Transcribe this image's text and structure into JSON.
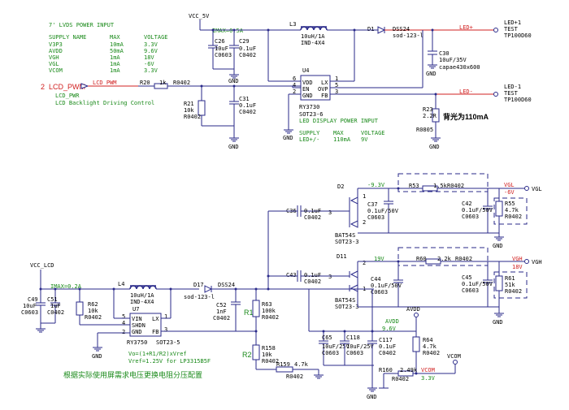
{
  "power_table": {
    "title": "7' LVDS POWER INPUT",
    "headers": [
      "SUPPLY NAME",
      "MAX",
      "VOLTAGE"
    ],
    "rows": [
      [
        "V3P3",
        "10mA",
        "3.3V"
      ],
      [
        "AVDD",
        "50mA",
        "9.6V"
      ],
      [
        "VGH",
        "1mA",
        "18V"
      ],
      [
        "VGL",
        "1mA",
        "-6V"
      ],
      [
        "VCOM",
        "1mA",
        "3.3V"
      ]
    ]
  },
  "led_table": {
    "title": "LED DISPLAY POWER INPUT",
    "headers": [
      "SUPPLY",
      "MAX",
      "VOLTAGE"
    ],
    "row": [
      "LED+/-",
      "110mA",
      "9V"
    ]
  },
  "backlight_note": "背光为110mA",
  "bottom_note": "根据实际使用屏需求电压更换电阻分压配置",
  "formula": [
    "Vo=(1+R1/R2)xVref",
    "Vref=1.25V for LP3315B5F"
  ],
  "nets": {
    "vcc5v": "VCC_5V",
    "vcclcd": "VCC_LCD",
    "imax_top": "IMAX=0.5A",
    "imax_bottom": "IMAX=0.2A",
    "led_plus": "LED+",
    "led_minus": "LED-",
    "lcd_pwm": "LCD_PWM",
    "avdd": "AVDD",
    "avdd_v": "9.6V",
    "vcom": "VCOM",
    "vcom_v": "3.3V",
    "vgl": "VGL",
    "vgl_v": "-6V",
    "vgh": "VGH",
    "vgh_v": "18V",
    "v_neg93": "-9.3V",
    "v19": "19V"
  },
  "ports": {
    "lcd_pwm_num": "2",
    "lcd_pwm_name": "LCD_PWM",
    "lcd_pwr": "LCD_PWR",
    "lcd_desc": "LCD Backlight Driving Control",
    "ledp1": "LED+1",
    "ledp1_test": "TEST",
    "ledp1_tp": "TP100D60",
    "ledm1": "LED-1",
    "ledm1_test": "TEST",
    "ledm1_tp": "TP100D60",
    "vgl_port": "VGL",
    "vgh_port": "VGH"
  },
  "components": {
    "c26": [
      "C26",
      "10uF",
      "C0603"
    ],
    "c29": [
      "C29",
      "0.1uF",
      "C0402"
    ],
    "l3": [
      "L3",
      "10uH/1A",
      "IND-4X4"
    ],
    "d1": [
      "D1",
      "DSS24",
      "sod-123-l"
    ],
    "c30": [
      "C30",
      "10uF/35V",
      "capae430x600"
    ],
    "u4": [
      "U4",
      "RY3730",
      "SOT23-6"
    ],
    "u4_pins": [
      "VDD",
      "EN",
      "GND",
      "LX",
      "OVP",
      "FB"
    ],
    "u4_nums": [
      "6",
      "4",
      "2",
      "1",
      "5",
      "3"
    ],
    "r20": [
      "R20",
      "1k",
      "R0402"
    ],
    "r21": [
      "R21",
      "10k",
      "R0402"
    ],
    "c31": [
      "C31",
      "0.1uF",
      "C0402"
    ],
    "r23": [
      "R23",
      "2.2R",
      "R0805"
    ],
    "d2": [
      "D2"
    ],
    "r53": [
      "R53",
      "1.5k",
      "R0402"
    ],
    "c37": [
      "C37",
      "0.1uF/50V",
      "C0603"
    ],
    "c42": [
      "C42",
      "0.1uF/50V",
      "C0603"
    ],
    "r55": [
      "R55",
      "4.7k",
      "R0402"
    ],
    "bat1": [
      "BAT54S",
      "SOT23-3"
    ],
    "c36": [
      "C36",
      "0.1uF",
      "C0402"
    ],
    "d11": [
      "D11"
    ],
    "r60": [
      "R60",
      "2.2k",
      "R0402"
    ],
    "c44": [
      "C44",
      "0.1uF/50V",
      "C0603"
    ],
    "c45": [
      "C45",
      "0.1uF/50V",
      "C0603"
    ],
    "r61": [
      "R61",
      "51k",
      "R0402"
    ],
    "bat2": [
      "BAT54S",
      "SOT23-3"
    ],
    "c43": [
      "C43",
      "0.1uF",
      "C0402"
    ],
    "c49": [
      "C49",
      "10uF",
      "C0603"
    ],
    "c51": [
      "C51",
      "1uF",
      "C0402"
    ],
    "r62": [
      "R62",
      "10k",
      "R0402"
    ],
    "l4": [
      "L4",
      "10uH/1A",
      "IND-4X4"
    ],
    "u7": [
      "U7",
      "RY3750",
      "SOT23-5"
    ],
    "u7_pins": [
      "VIN",
      "SHDN",
      "GND",
      "LX",
      "FB"
    ],
    "u7_nums": [
      "5",
      "4",
      "2",
      "1",
      "3"
    ],
    "d17": [
      "D17",
      "DSS24",
      "sod-123-l"
    ],
    "c52": [
      "C52",
      "1nF",
      "C0402"
    ],
    "r1": "R1",
    "r2": "R2",
    "r63": [
      "R63",
      "100k",
      "R0402"
    ],
    "r158": [
      "R158",
      "10k",
      "R0402"
    ],
    "r159": [
      "R159",
      "4.7k",
      "R0402"
    ],
    "c65": [
      "C65",
      "10uF/25V",
      "C0603"
    ],
    "c118": [
      "C118",
      "10uF/25V",
      "C0603"
    ],
    "c117": [
      "C117",
      "0.1uF",
      "C0402"
    ],
    "r64": [
      "R64",
      "4.7k",
      "R0402"
    ],
    "r160": [
      "R160",
      "2.49k",
      "R0402"
    ]
  },
  "pin_numbers": {
    "one": "1",
    "two": "2",
    "three": "3"
  },
  "gnd": "GND"
}
